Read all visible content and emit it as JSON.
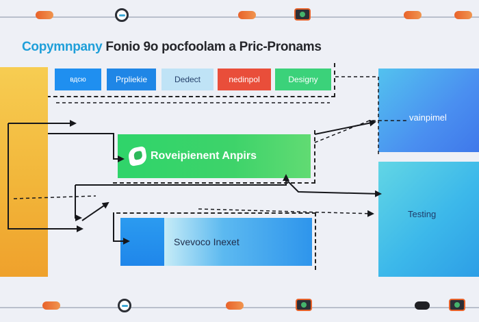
{
  "title": {
    "accent": "Copymnpany",
    "rest": "Fonio 9o pocfoolam a Pric-Pronams"
  },
  "tabs": [
    {
      "label": "вдсю"
    },
    {
      "label": "Prpliekie"
    },
    {
      "label": "Dedect"
    },
    {
      "label": "nedinpol"
    },
    {
      "label": "Designy"
    }
  ],
  "boxes": {
    "development": "Roveipienent Anpirs",
    "deployment": "Svevoco Inexet",
    "maintain": "vainpimel",
    "testing": "Testing"
  },
  "icons": {
    "timeline_top": [
      "orange-pill-icon",
      "eye-ring-icon",
      "orange-pill-icon",
      "camera-icon",
      "orange-pill-icon",
      "orange-pill-icon"
    ],
    "timeline_bottom": [
      "orange-pill-icon",
      "eye-ring-icon",
      "orange-pill-icon",
      "camera-icon",
      "dark-pill-icon",
      "camera-icon"
    ],
    "development": "leaf-icon"
  },
  "colors": {
    "accent_blue": "#1f9fd9",
    "green": "#3ed36a",
    "red": "#e94e3a",
    "orange": "#efa12c"
  }
}
